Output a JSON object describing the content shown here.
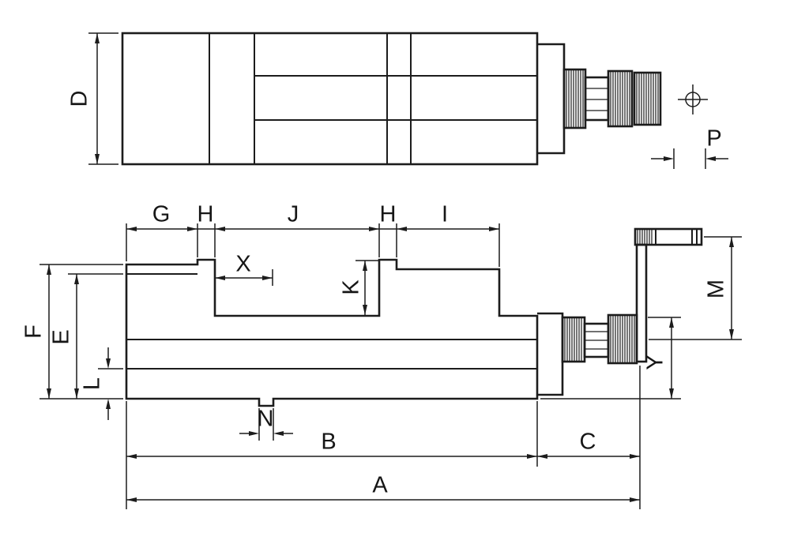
{
  "diagram": {
    "subject": "Machine vise technical drawing, two orthographic views with dimension callouts",
    "colors": {
      "background": "#ffffff",
      "line": "#1c1c1c"
    },
    "top_view": {
      "labels": {
        "D": "D",
        "P": "P"
      }
    },
    "front_view": {
      "labels": {
        "G": "G",
        "H_left": "H",
        "J": "J",
        "H_right": "H",
        "I": "I",
        "X": "X",
        "K": "K",
        "F": "F",
        "E": "E",
        "L": "L",
        "M": "M",
        "Y": "Y",
        "N": "N",
        "B": "B",
        "C": "C",
        "A": "A"
      }
    }
  }
}
